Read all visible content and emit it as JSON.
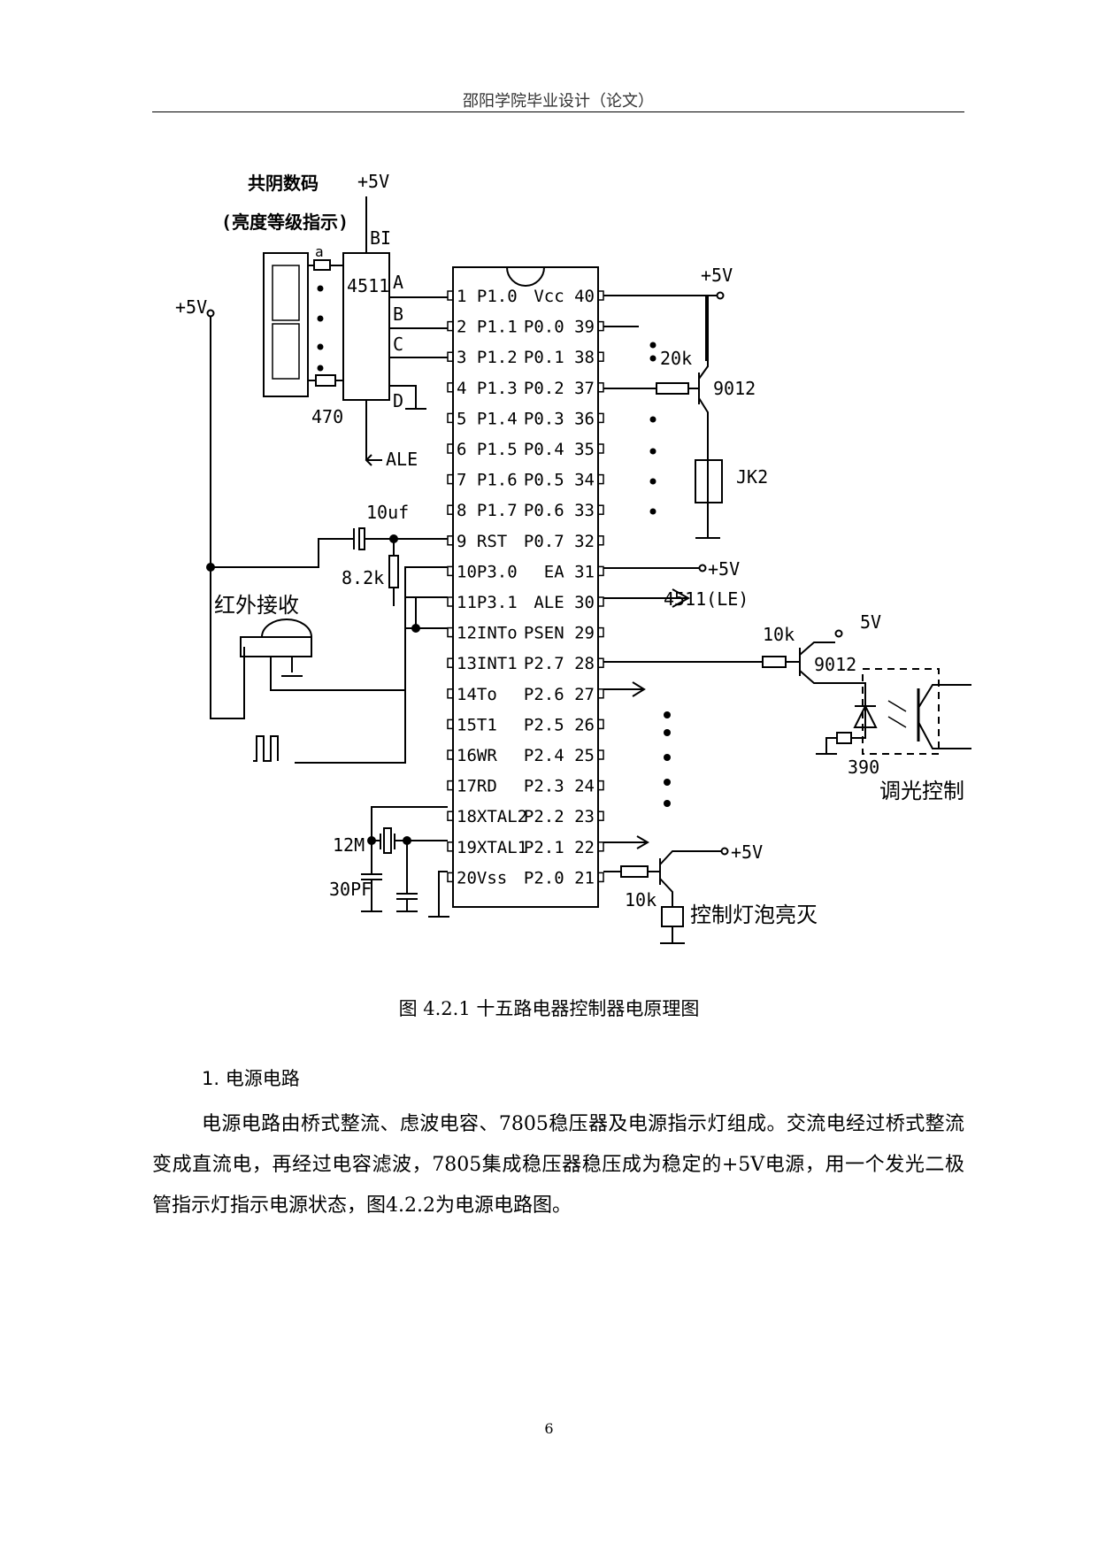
{
  "header": {
    "title": "邵阳学院毕业设计（论文）"
  },
  "figure": {
    "caption": "图 4.2.1  十五路电器控制器电原理图",
    "mcu_left_pins": [
      "1 P1.0",
      "2 P1.1",
      "3 P1.2",
      "4 P1.3",
      "5 P1.4",
      "6 P1.5",
      "7 P1.6",
      "8 P1.7",
      "9 RST",
      "10P3.0",
      "11P3.1",
      "12INTo",
      "13INT1",
      "14To",
      "15T1",
      "16WR",
      "17RD",
      "18XTAL2",
      "19XTAL1",
      "20Vss"
    ],
    "mcu_right_pins": [
      "Vcc 40",
      "P0.0 39",
      "P0.1 38",
      "P0.2 37",
      "P0.3 36",
      "P0.4 35",
      "P0.5 34",
      "P0.6 33",
      "P0.7 32",
      "EA  31",
      "ALE 30",
      "PSEN 29",
      "P2.7 28",
      "P2.6 27",
      "P2.5 26",
      "P2.4 25",
      "P2.3 24",
      "P2.2 23",
      "P2.1 22",
      "P2.0 21"
    ],
    "labels": {
      "display_title": "共阴数码",
      "display_subtitle": "(亮度等级指示)",
      "decoder": "4511",
      "bi": "BI",
      "v5_decoder": "+5V",
      "v5_left": "+5V",
      "v5_top_right": "+5V",
      "v5_ea": "+5V",
      "v5_bottom": "+5V",
      "v5_dimmer": "5V",
      "seg_a": "a",
      "pin_a": "A",
      "pin_b": "B",
      "pin_c": "C",
      "pin_d": "D",
      "r470": "470",
      "ale_arrow": "ALE",
      "cap_10uf": "10uf",
      "r_8k2": "8.2k",
      "ir_receiver": "红外接收",
      "r20k": "20k",
      "q9012_top": "9012",
      "jk2": "JK2",
      "ale_4511": "4511(LE)",
      "r10k_dim": "10k",
      "q9012_dim": "9012",
      "r390": "390",
      "dimming": "调光控制",
      "crystal": "12M",
      "cap_30pf": "30PF",
      "r10k_bulb": "10k",
      "bulb": "控制灯泡亮灭"
    }
  },
  "section": {
    "number": "1.",
    "title": "电源电路"
  },
  "paragraph": "电源电路由桥式整流、虑波电容、7805稳压器及电源指示灯组成。交流电经过桥式整流变成直流电，再经过电容滤波，7805集成稳压器稳压成为稳定的+5V电源，用一个发光二极管指示灯指示电源状态，图4.2.2为电源电路图。",
  "page_number": "6"
}
